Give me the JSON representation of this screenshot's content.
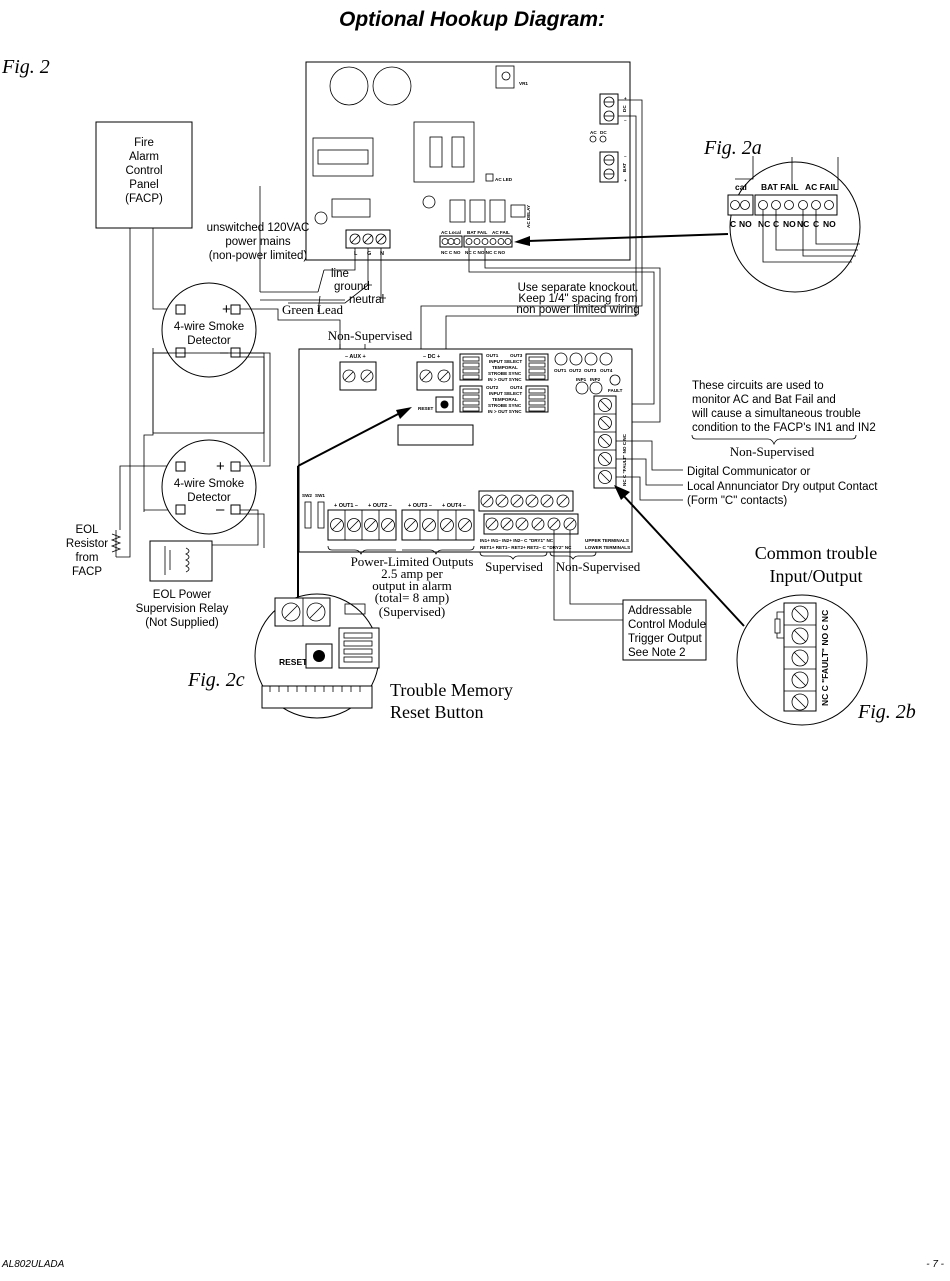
{
  "title": "Optional Hookup Diagram:",
  "figures": {
    "fig2": "Fig. 2",
    "fig2a": "Fig. 2a",
    "fig2b": "Fig. 2b",
    "fig2c": "Fig. 2c"
  },
  "facp": {
    "line1": "Fire",
    "line2": "Alarm",
    "line3": "Control",
    "line4": "Panel",
    "line5": "(FACP)"
  },
  "smoke_detector": {
    "line1": "4-wire Smoke",
    "line2": "Detector",
    "plus": "+",
    "minus": "–"
  },
  "eol_resistor": {
    "line1": "EOL",
    "line2": "Resistor",
    "line3": "from",
    "line4": "FACP"
  },
  "eol_relay": {
    "line1": "EOL Power",
    "line2": "Supervision Relay",
    "line3": "(Not Supplied)"
  },
  "mains": {
    "line1": "unswitched 120VAC",
    "line2": "power mains",
    "line3": "(non-power limited)",
    "line": "line",
    "ground": "ground",
    "neutral": "neutral",
    "green_lead": "Green Lead"
  },
  "knockout": {
    "line1": "Use separate knockout.",
    "line2": "Keep 1/4\" spacing from",
    "line3": "non power limited wiring"
  },
  "psu_board": {
    "vr1": "VR1",
    "ac": "AC",
    "dc": "DC",
    "dc_plus": "+",
    "dc_label": "DC",
    "dc_minus": "–",
    "bat_plus": "+",
    "bat_label": "BAT",
    "bat_minus": "–",
    "ac_led": "AC LED",
    "ac_delay": "AC DELAY",
    "ac_local": "AC Local",
    "bat_fail": "BAT FAIL",
    "ac_fail": "AC FAIL",
    "terminals_left": "NC  C  NO",
    "terminals_right": "NC  C  NO  NC  C  NO",
    "mains_terms": [
      "L",
      "G",
      "N"
    ]
  },
  "fig2a": {
    "cal": "cal",
    "bat_fail": "BAT FAIL",
    "ac_fail": "AC FAIL",
    "terms": [
      "C",
      "NO",
      "NC",
      "C",
      "NO",
      "NC",
      "C",
      "NO"
    ]
  },
  "non_supervised_aux": "Non-Supervised",
  "module": {
    "aux": "– AUX +",
    "dc": "– DC +",
    "reset": "RESET",
    "out1_block": {
      "a": "OUT1",
      "b": "OUT3",
      "c": "INPUT SELECT",
      "d": "TEMPORAL",
      "e": "STROBE SYNC",
      "f": "IN > OUT SYNC"
    },
    "out2_block": {
      "a": "OUT2",
      "b": "OUT4",
      "c": "INPUT SELECT",
      "d": "TEMPORAL",
      "e": "STROBE SYNC",
      "f": "IN > OUT SYNC"
    },
    "leds": [
      "OUT1",
      "OUT2",
      "OUT3",
      "OUT4"
    ],
    "inp_leds": [
      "INP1",
      "INP2"
    ],
    "fault": "FAULT",
    "sw2": "SW2",
    "sw1": "SW1",
    "out_labels": [
      "+ OUT1 –",
      "+ OUT2 –",
      "+ OUT3 –",
      "+ OUT4 –"
    ],
    "upper_row": "IN1+   IN1–   IN2+   IN2–   C  \"DRY1\" NC",
    "lower_row": "RET1+ RET1– RET2+ RET2–  C  \"DRY2\" NC",
    "upper_terminals": "UPPER TERMINALS",
    "lower_terminals": "LOWER TERMINALS",
    "fault_terms": "NC   C \"FAULT\"   NO   C   NC"
  },
  "notes": {
    "circuits_1": "These circuits are used to",
    "circuits_2": "monitor AC and Bat Fail and",
    "circuits_3": "will cause a simultaneous trouble",
    "circuits_4": "condition to the FACP's IN1 and IN2",
    "non_supervised_right": "Non-Supervised",
    "digital_1": "Digital Communicator or",
    "digital_2": "Local Annunciator Dry output Contact",
    "digital_3": "(Form \"C\" contacts)",
    "power_limited_1": "Power-Limited Outputs",
    "power_limited_2": "2.5 amp per",
    "power_limited_3": "output in alarm",
    "power_limited_4": "(total= 8 amp)",
    "power_limited_5": "(Supervised)",
    "supervised": "Supervised",
    "non_supervised_bottom": "Non-Supervised",
    "addressable_1": "Addressable",
    "addressable_2": "Control Module",
    "addressable_3": "Trigger Output",
    "addressable_4": "See Note 2",
    "common_1": "Common trouble",
    "common_2": "Input/Output",
    "trouble_1": "Trouble Memory",
    "trouble_2": "Reset Button"
  },
  "fig2b": {
    "terms": "NC   C \"FAULT\"   NO   C   NC"
  },
  "fig2c": {
    "reset": "RESET"
  },
  "footer": {
    "model": "AL802ULADA",
    "page": "- 7 -"
  }
}
